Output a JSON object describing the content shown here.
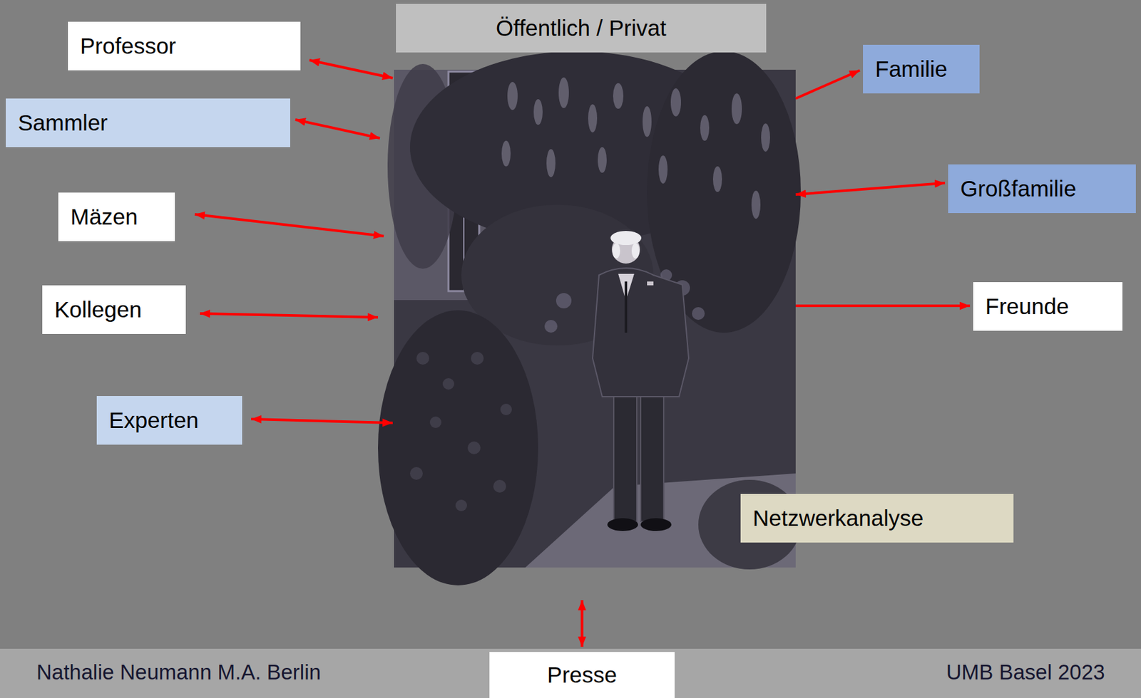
{
  "diagram": {
    "nodes": [
      {
        "text": [
          "Öffentlich / Privat"
        ]
      },
      {
        "text": [
          "Professor"
        ]
      },
      {
        "text": [
          "Familie"
        ]
      },
      {
        "text": [
          "Sammler"
        ]
      },
      {
        "text": [
          "Großfamilie"
        ]
      },
      {
        "text": [
          "Mäzen"
        ]
      },
      {
        "text": [
          "Kollegen"
        ]
      },
      {
        "text": [
          "Freunde"
        ]
      },
      {
        "text": [
          "Experten"
        ]
      },
      {
        "text": [
          "Netzwerkanalyse"
        ]
      },
      {
        "text": [
          "Nathalie Neumann M.A. Berlin",
          "UMB Basel 2023"
        ]
      },
      {
        "text": [
          "Presse"
        ],
        "in": 10
      }
    ]
  }
}
